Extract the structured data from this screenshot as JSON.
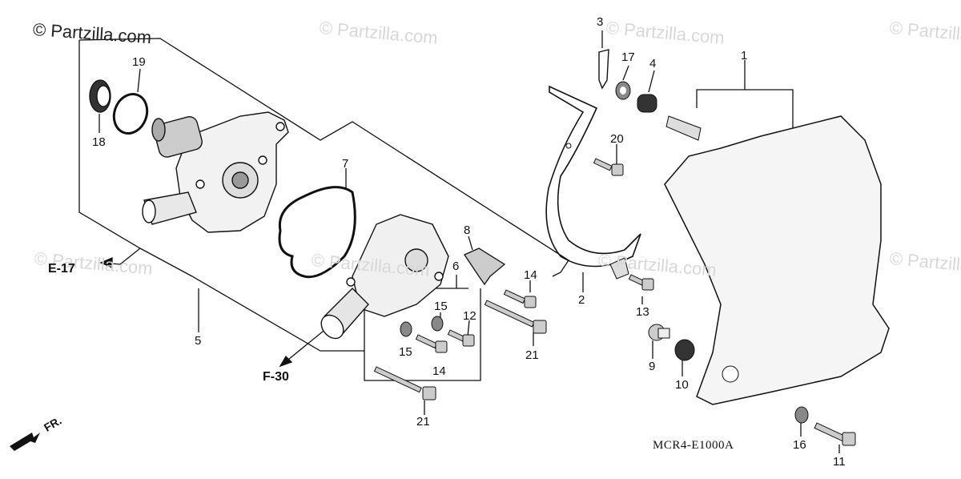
{
  "copyright": "© Partzilla.com",
  "watermark": "© Partzilla.com",
  "diagram_code": "MCR4-E1000A",
  "references": {
    "e17": "E-17",
    "f30": "F-30",
    "front": "FR."
  },
  "callouts": {
    "c1": "1",
    "c2": "2",
    "c3": "3",
    "c4": "4",
    "c5": "5",
    "c6": "6",
    "c7": "7",
    "c8": "8",
    "c9": "9",
    "c10": "10",
    "c11": "11",
    "c12": "12",
    "c13": "13",
    "c14a": "14",
    "c14b": "14",
    "c15a": "15",
    "c15b": "15",
    "c16": "16",
    "c17": "17",
    "c18": "18",
    "c19": "19",
    "c20": "20",
    "c21a": "21",
    "c21b": "21"
  }
}
